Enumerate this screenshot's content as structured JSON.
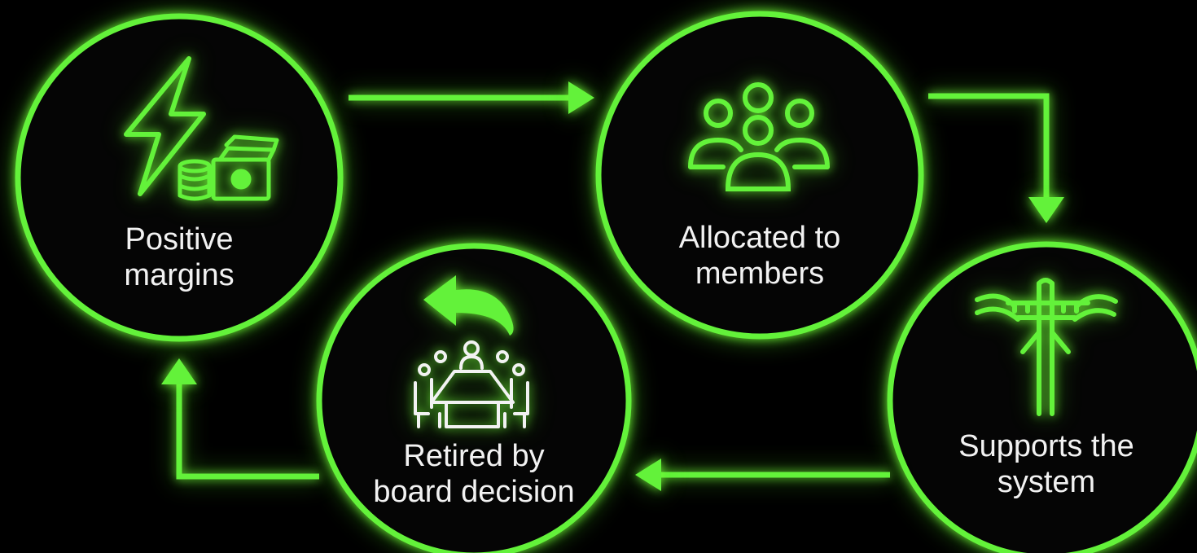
{
  "accent_color": "#63f23a",
  "background_color": "#000000",
  "label_color": "#f2f2f2",
  "nodes": [
    {
      "id": "positive-margins",
      "icon": "lightning-money-icon",
      "label_lines": [
        "Positive",
        "margins"
      ]
    },
    {
      "id": "allocated-to-members",
      "icon": "people-group-icon",
      "label_lines": [
        "Allocated to",
        "members"
      ]
    },
    {
      "id": "supports-the-system",
      "icon": "utility-pole-icon",
      "label_lines": [
        "Supports the",
        "system"
      ]
    },
    {
      "id": "retired-by-board-decision",
      "icon": "board-meeting-return-icon",
      "label_lines": [
        "Retired by",
        "board decision"
      ]
    }
  ],
  "flow": [
    {
      "from": "positive-margins",
      "to": "allocated-to-members"
    },
    {
      "from": "allocated-to-members",
      "to": "supports-the-system"
    },
    {
      "from": "supports-the-system",
      "to": "retired-by-board-decision"
    },
    {
      "from": "retired-by-board-decision",
      "to": "positive-margins"
    }
  ]
}
